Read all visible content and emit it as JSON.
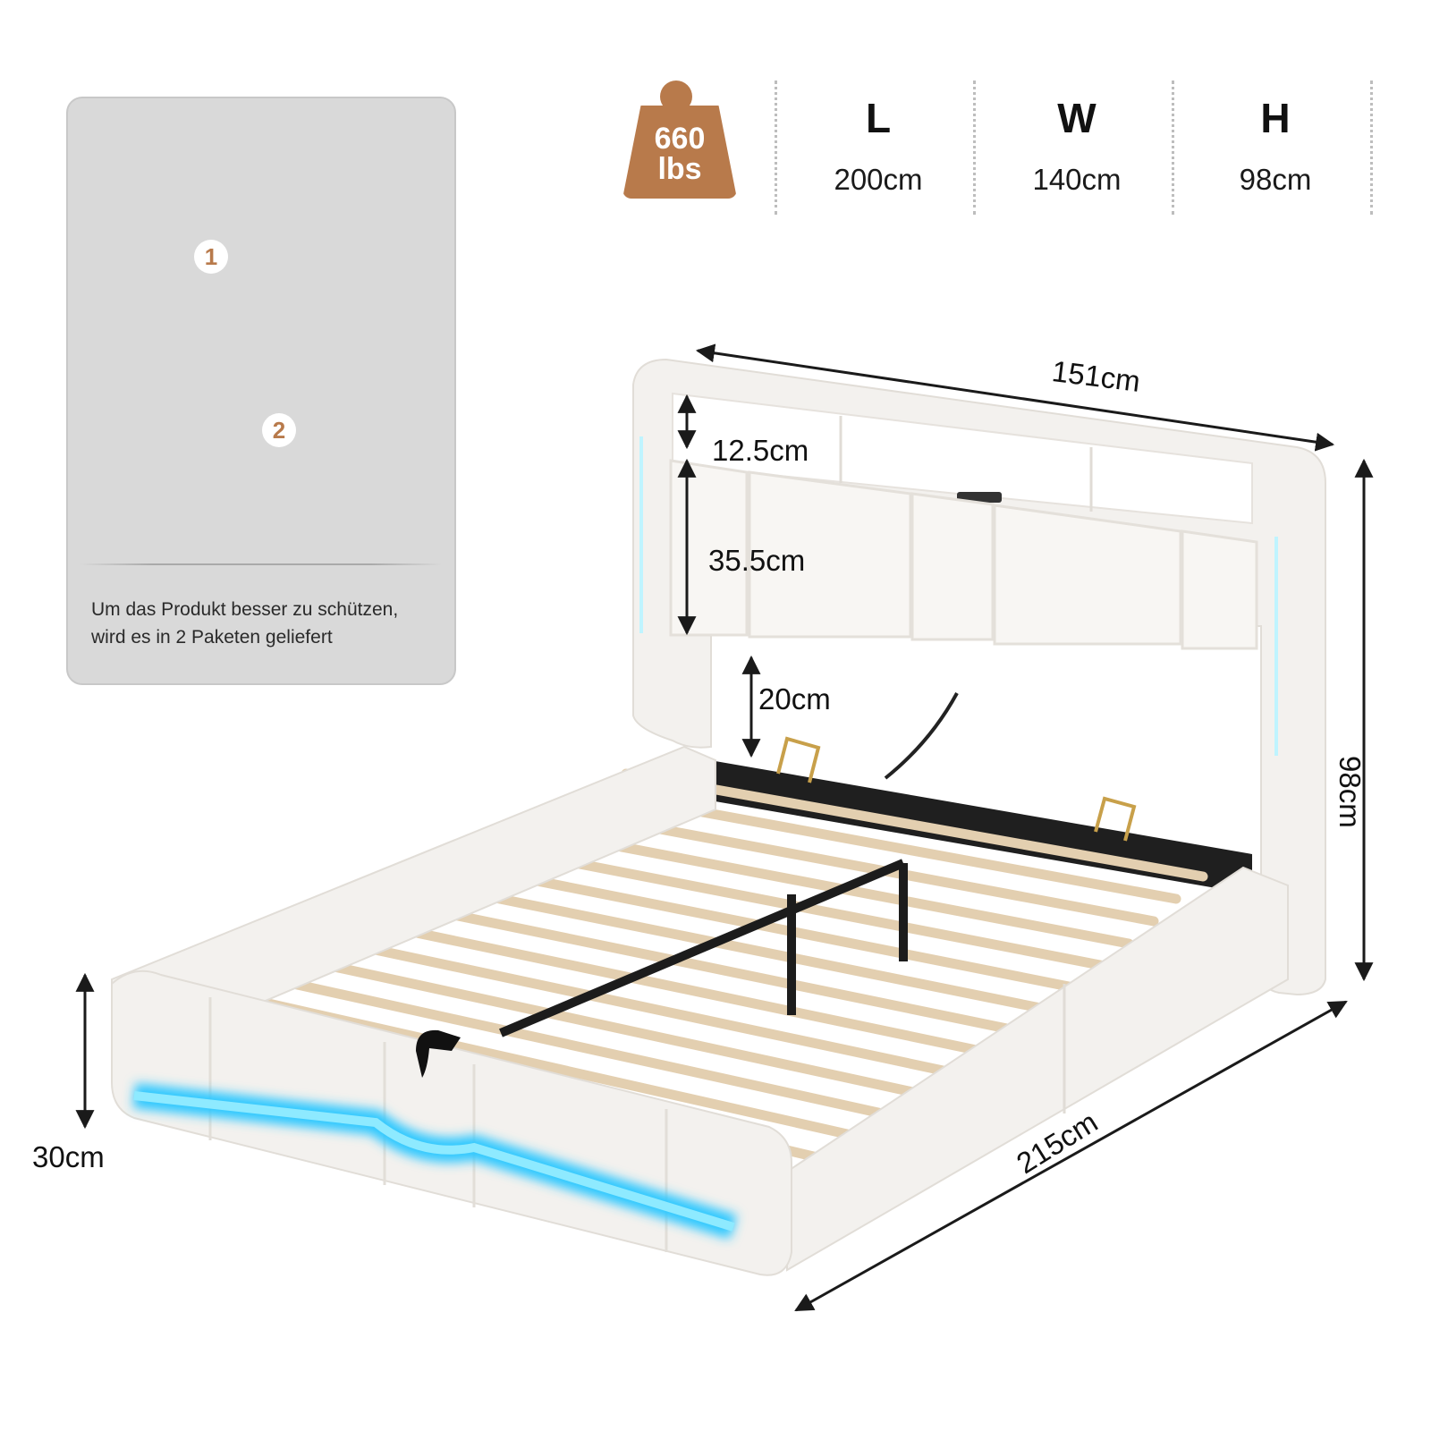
{
  "package_info": {
    "boxes": [
      {
        "number": "1"
      },
      {
        "number": "2"
      }
    ],
    "note": "Um das Produkt besser zu schützen,\nwird es in 2 Paketen geliefert"
  },
  "specs": {
    "weight_value": "660",
    "weight_unit": "lbs",
    "length_label": "L",
    "length_value": "200cm",
    "width_label": "W",
    "width_value": "140cm",
    "height_label": "H",
    "height_value": "98cm"
  },
  "dimensions": {
    "headboard_width": "151cm",
    "total_length": "215cm",
    "total_height": "98cm",
    "shelf_height": "12.5cm",
    "panel_height": "35.5cm",
    "under_clearance": "20cm",
    "frame_height": "30cm"
  },
  "colors": {
    "accent_brown": "#b87a4b",
    "led_blue": "#3ad6ff",
    "card_gray": "#d9d9d9",
    "boucle_white": "#f3f1ee",
    "box_cardboard": "#d3ad7f"
  }
}
